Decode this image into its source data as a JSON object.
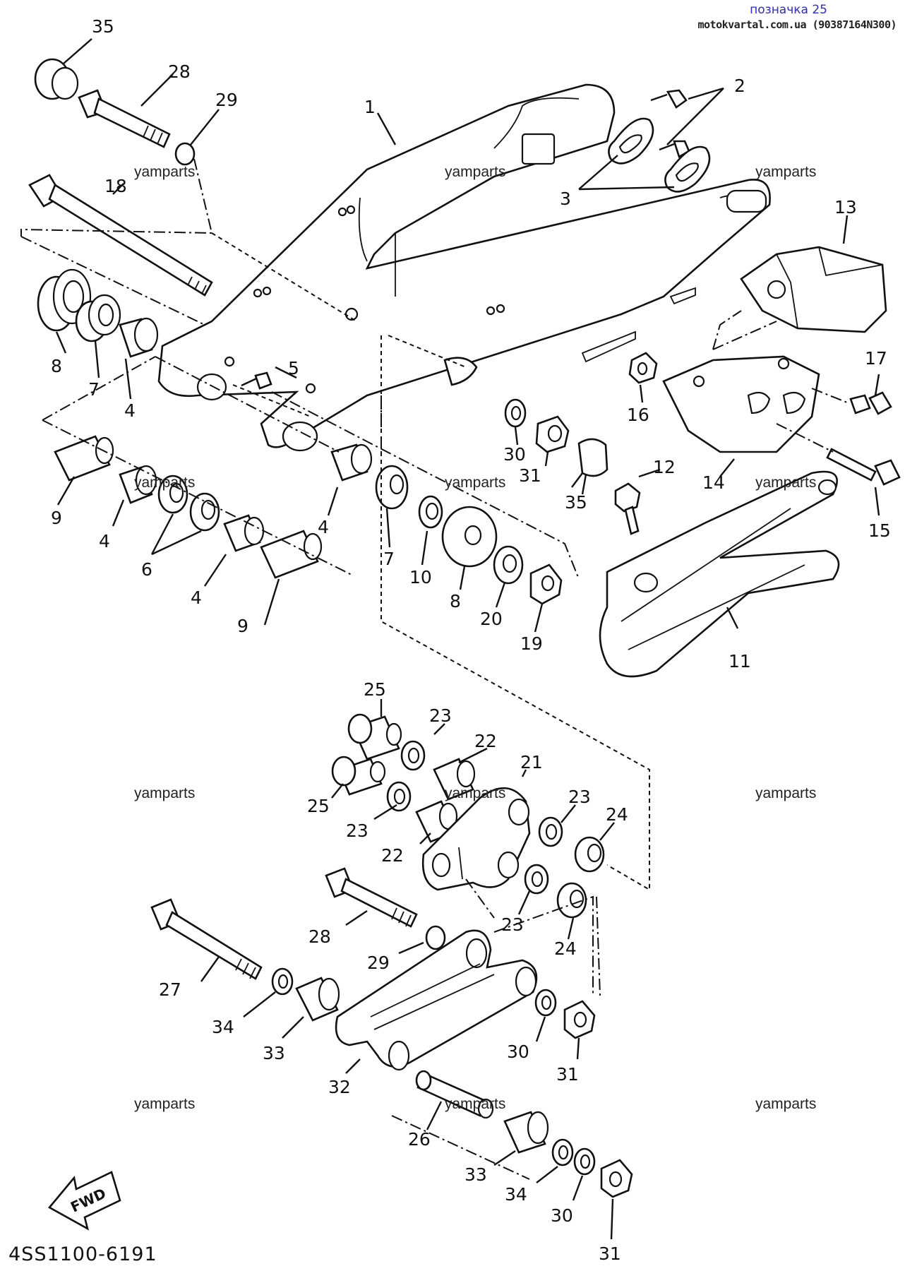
{
  "header": {
    "title": "позначка 25",
    "source": "motokvartal.com.ua (90387164N300)"
  },
  "diagram_code": "4SS1100-6191",
  "fwd_label": "FWD",
  "watermark": "yamparts",
  "callouts": {
    "c1": "1",
    "c2": "2",
    "c3": "3",
    "c4a": "4",
    "c4b": "4",
    "c4c": "4",
    "c4d": "4",
    "c5": "5",
    "c6": "6",
    "c7a": "7",
    "c7b": "7",
    "c8a": "8",
    "c8b": "8",
    "c9a": "9",
    "c9b": "9",
    "c10": "10",
    "c11": "11",
    "c12": "12",
    "c13": "13",
    "c14": "14",
    "c15": "15",
    "c16": "16",
    "c17": "17",
    "c18": "18",
    "c19": "19",
    "c20": "20",
    "c21": "21",
    "c22a": "22",
    "c22b": "22",
    "c23a": "23",
    "c23b": "23",
    "c23c": "23",
    "c23d": "23",
    "c24a": "24",
    "c24b": "24",
    "c25a": "25",
    "c25b": "25",
    "c26": "26",
    "c27": "27",
    "c28a": "28",
    "c28b": "28",
    "c29a": "29",
    "c29b": "29",
    "c30a": "30",
    "c30b": "30",
    "c30c": "30",
    "c31a": "31",
    "c31b": "31",
    "c31c": "31",
    "c32": "32",
    "c33a": "33",
    "c33b": "33",
    "c34a": "34",
    "c34b": "34",
    "c35a": "35",
    "c35b": "35"
  }
}
